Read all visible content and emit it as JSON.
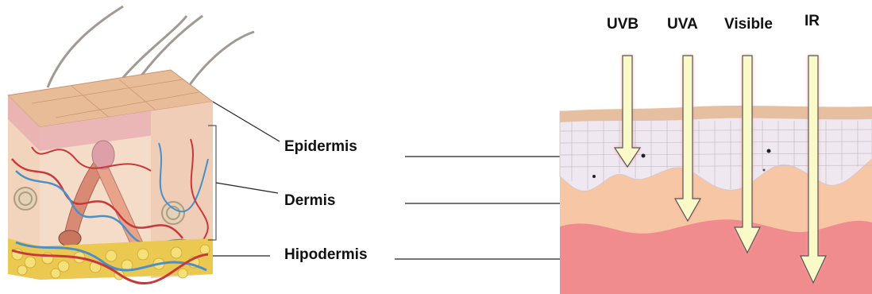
{
  "labels": {
    "epidermis": "Epidermis",
    "dermis": "Dermis",
    "hypodermis": "Hipodermis"
  },
  "rays": {
    "uvb": "UVB",
    "uva": "UVA",
    "visible": "Visible",
    "ir": "IR"
  },
  "colors": {
    "epidermis_surface": "#e8b894",
    "dermis_block": "#f4d9c4",
    "hypodermis_fat": "#e8c64a",
    "right_epidermis": "#eee7ef",
    "right_dermis": "#f6c6a6",
    "right_hypodermis": "#f0878b",
    "arrow_fill": "#fafac8",
    "arrow_stroke": "#555555",
    "arrow_glow": "#f0a0a0"
  }
}
